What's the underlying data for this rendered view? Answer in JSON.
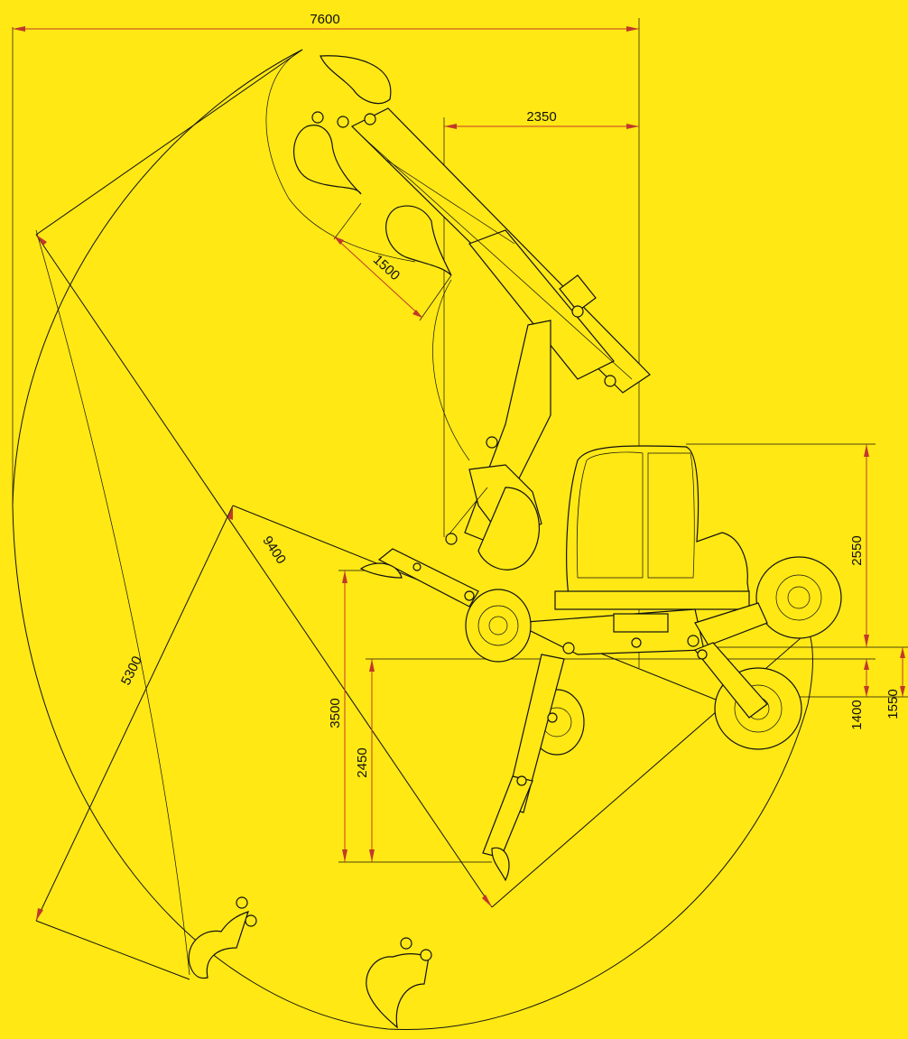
{
  "colors": {
    "background": "#ffe814",
    "line": "#111111",
    "dimension": "#c0392b"
  },
  "dimensions": {
    "overall_reach": "7600",
    "boom_offset": "2350",
    "bucket_length": "1500",
    "max_reach_radius": "9400",
    "dig_radius": "5300",
    "max_height_left": "3500",
    "dig_depth": "2450",
    "cab_height": "2550",
    "wheel_height": "1400",
    "wheel_height_max": "1550"
  }
}
